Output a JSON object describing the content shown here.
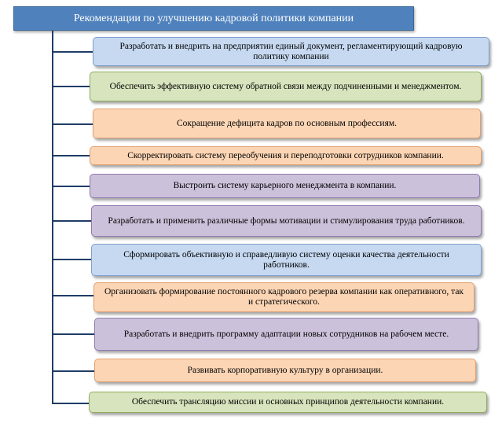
{
  "header": {
    "title": "Рекомендации по улучшению кадровой политики компании"
  },
  "items": [
    {
      "label": "Разработать и внедрить на предприятии единый документ, регламентирующий кадровую политику компании",
      "color": "#c6d9f1"
    },
    {
      "label": "Обеспечить эффективную  систему обратной связи между подчиненными и менеджментом.",
      "color": "#d7e4bd"
    },
    {
      "label": "Сокращение дефицита кадров по основным профессиям.",
      "color": "#fcd5b5"
    },
    {
      "label": "Скорректировать систему переобучения и переподготовки сотрудников компании.",
      "color": "#fcd5b5"
    },
    {
      "label": "Выстроить систему карьерного менеджмента в компании.",
      "color": "#ccc1da"
    },
    {
      "label": "Разработать и применить различные формы мотивации и стимулирования труда работников.",
      "color": "#ccc1da"
    },
    {
      "label": "Сформировать объективную и справедливую систему оценки качества деятельности работников.",
      "color": "#c6d9f1"
    },
    {
      "label": "Организовать формирование постоянного кадрового резерва компании как оперативного, так и стратегического.",
      "color": "#fcd5b5"
    },
    {
      "label": "Разработать и внедрить программу адаптации новых сотрудников на рабочем месте.",
      "color": "#ccc1da"
    },
    {
      "label": "Развивать корпоративную культуру в организации.",
      "color": "#fcd5b5"
    },
    {
      "label": "Обеспечить трансляцию миссии и основных принципов деятельности компании.",
      "color": "#d7e4bd"
    }
  ]
}
